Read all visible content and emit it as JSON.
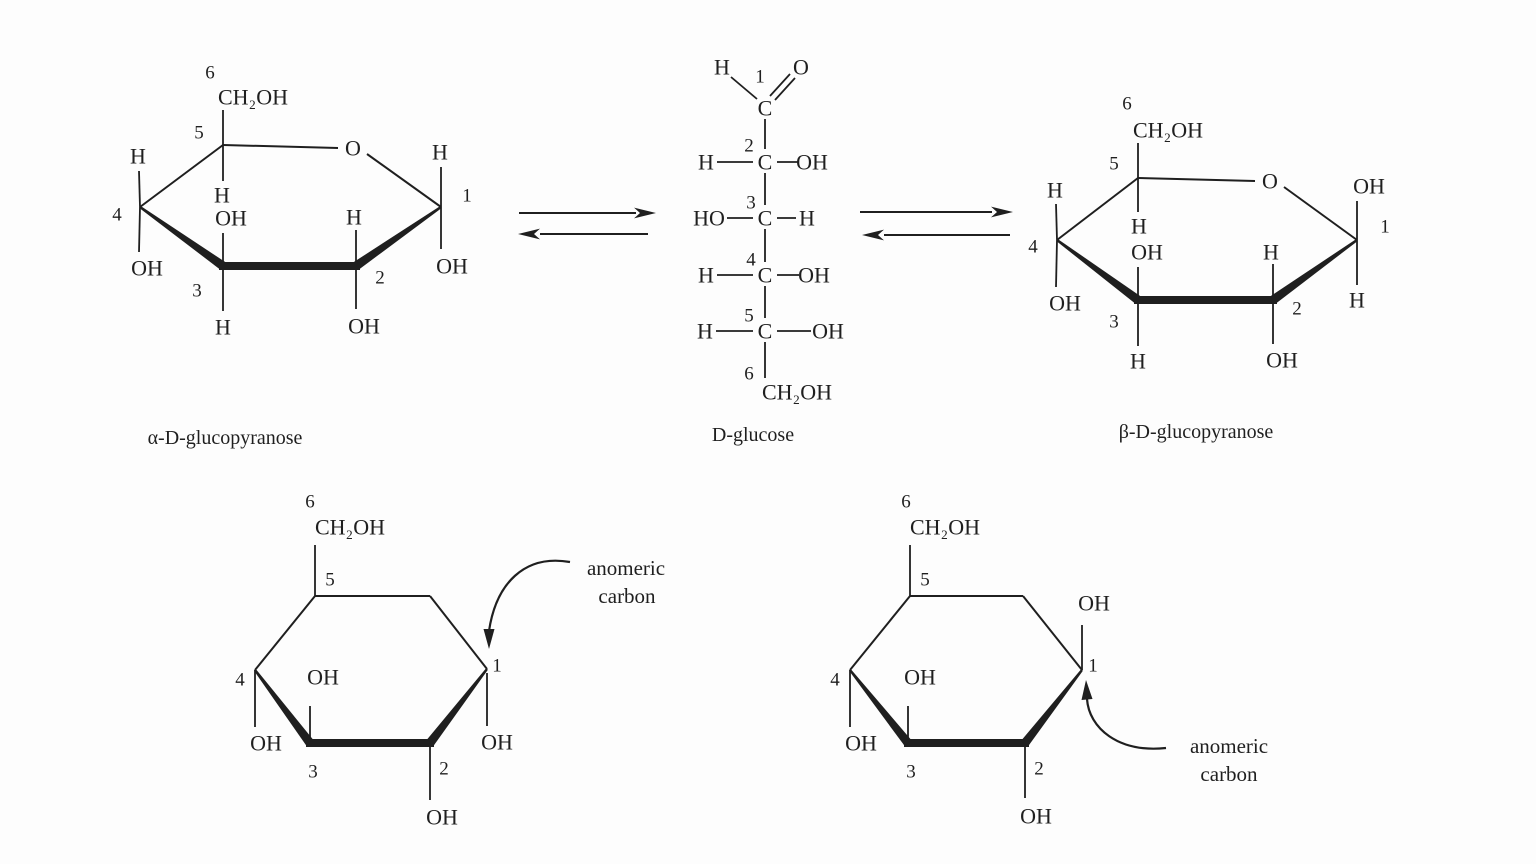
{
  "figure": {
    "background": "#fdfdfd",
    "ink": "#1f1f1f",
    "description": "Mutarotation of glucose: alpha-D-glucopyranose and beta-D-glucopyranose in equilibrium with open-chain D-glucose, plus two ring structures highlighting the anomeric carbon"
  },
  "top_row": {
    "alpha_pyranose": {
      "caption": "α-D-glucopyranose",
      "ring_oxygen": "O",
      "c6": {
        "number": "6",
        "group": "CH₂OH"
      },
      "c5": {
        "number": "5",
        "down": "H"
      },
      "c4": {
        "number": "4",
        "up": "H",
        "down": "OH"
      },
      "c3": {
        "number": "3",
        "up": "OH",
        "down": "H"
      },
      "c2": {
        "number": "2",
        "up": "H",
        "down": "OH"
      },
      "c1": {
        "number": "1",
        "up": "H",
        "down": "OH"
      }
    },
    "fischer": {
      "caption": "D-glucose",
      "c1": {
        "number": "1",
        "left": "H",
        "atom": "C",
        "right": "O"
      },
      "c2": {
        "number": "2",
        "left": "H",
        "atom": "C",
        "right": "OH"
      },
      "c3": {
        "number": "3",
        "left": "HO",
        "atom": "C",
        "right": "H"
      },
      "c4": {
        "number": "4",
        "left": "H",
        "atom": "C",
        "right": "OH"
      },
      "c5": {
        "number": "5",
        "left": "H",
        "atom": "C",
        "right": "OH"
      },
      "c6": {
        "number": "6",
        "group": "CH₂OH"
      }
    },
    "beta_pyranose": {
      "caption": "β-D-glucopyranose",
      "ring_oxygen": "O",
      "c6": {
        "number": "6",
        "group": "CH₂OH"
      },
      "c5": {
        "number": "5",
        "down": "H"
      },
      "c4": {
        "number": "4",
        "up": "H",
        "down": "OH"
      },
      "c3": {
        "number": "3",
        "up": "OH",
        "down": "H"
      },
      "c2": {
        "number": "2",
        "up": "H",
        "down": "OH"
      },
      "c1": {
        "number": "1",
        "up": "OH",
        "down": "H"
      }
    }
  },
  "bottom_row": {
    "alpha_anomeric": {
      "c6": {
        "number": "6",
        "group": "CH₂OH"
      },
      "c5": {
        "number": "5"
      },
      "c4": {
        "number": "4",
        "down": "OH"
      },
      "c3": {
        "number": "3",
        "up": "OH"
      },
      "c2": {
        "number": "2",
        "down": "OH"
      },
      "c1": {
        "number": "1",
        "down": "OH"
      },
      "annotation": {
        "line1": "anomeric",
        "line2": "carbon"
      }
    },
    "beta_anomeric": {
      "c6": {
        "number": "6",
        "group": "CH₂OH"
      },
      "c5": {
        "number": "5"
      },
      "c4": {
        "number": "4",
        "down": "OH"
      },
      "c3": {
        "number": "3",
        "up": "OH"
      },
      "c2": {
        "number": "2",
        "down": "OH"
      },
      "c1": {
        "number": "1",
        "up": "OH"
      },
      "annotation": {
        "line1": "anomeric",
        "line2": "carbon"
      }
    }
  }
}
